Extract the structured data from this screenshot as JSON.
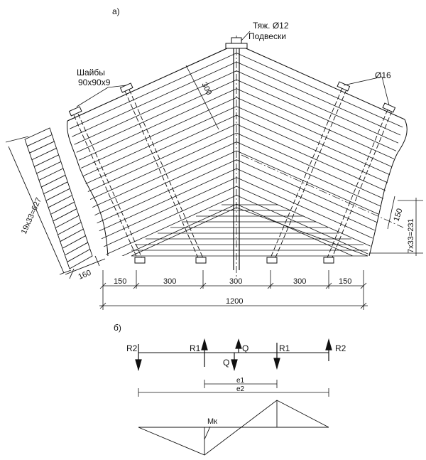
{
  "part_a": {
    "label": "а)",
    "callouts": {
      "rod": "Тяж. Ø12",
      "hangers": "Подвески",
      "washers": "Шайбы",
      "washer_size": "90х90х9",
      "bolt_dia": "Ø16"
    },
    "dims": {
      "board_width": "300",
      "stack_height": "19х33=627",
      "section_width": "160",
      "right_offset": "150",
      "right_stack": "7х33=231",
      "spans": [
        "150",
        "300",
        "300",
        "300",
        "150"
      ],
      "total": "1200"
    }
  },
  "part_b": {
    "label": "б)",
    "forces": {
      "r2_left": "R2",
      "r1_left": "R1",
      "q_up": "Q",
      "q_down": "Q",
      "r1_right": "R1",
      "r2_right": "R2"
    },
    "levers": {
      "e1": "e1",
      "e2": "e2"
    },
    "moment": "Mк"
  }
}
